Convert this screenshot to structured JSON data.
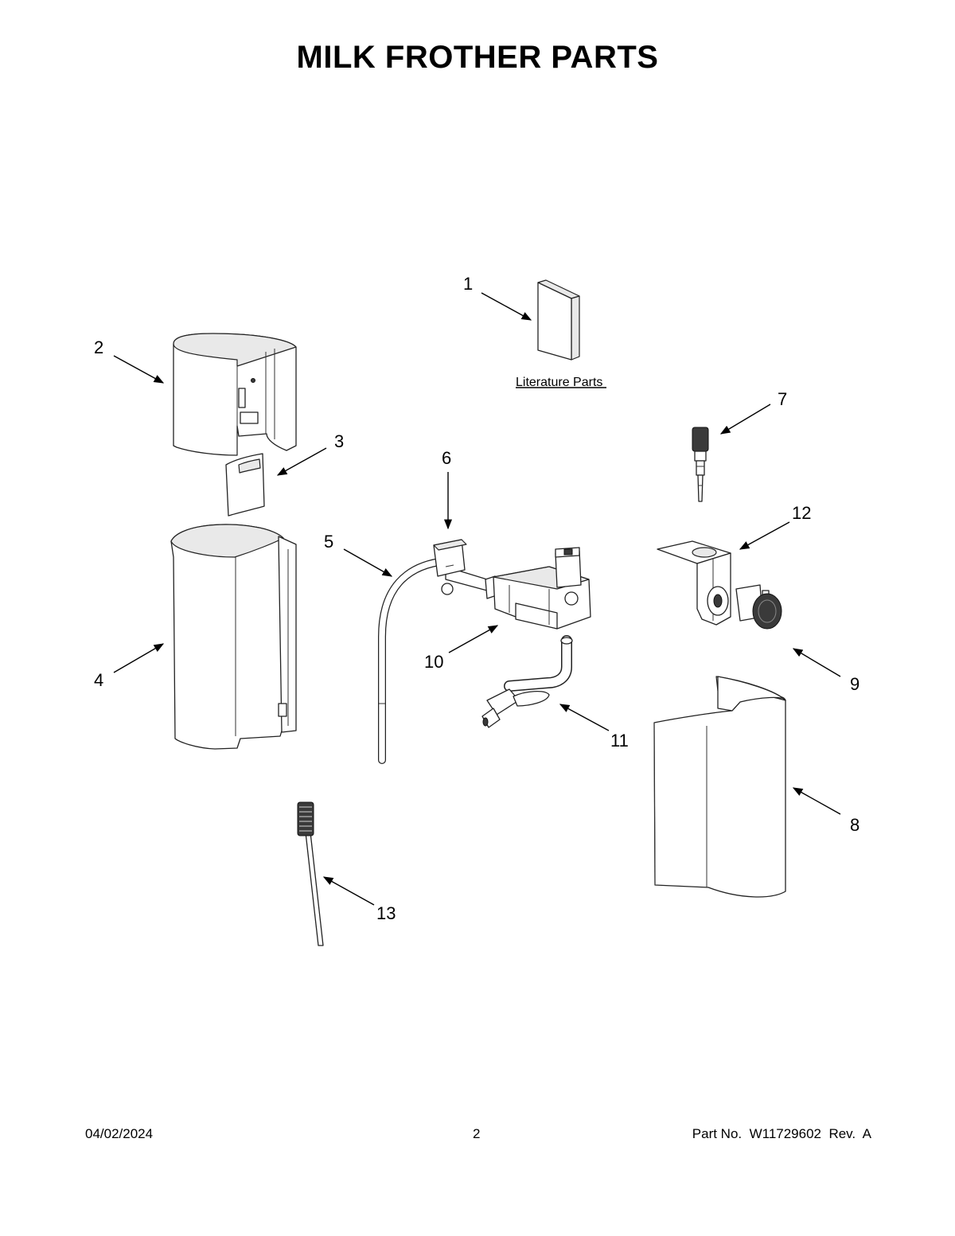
{
  "title": "MILK FROTHER PARTS",
  "literature_label": "Literature Parts",
  "callouts": [
    "1",
    "2",
    "3",
    "4",
    "5",
    "6",
    "7",
    "8",
    "9",
    "10",
    "11",
    "12",
    "13"
  ],
  "footer": {
    "date": "04/02/2024",
    "page": "2",
    "part_number": "Part No.  W11729602  Rev.  A"
  }
}
